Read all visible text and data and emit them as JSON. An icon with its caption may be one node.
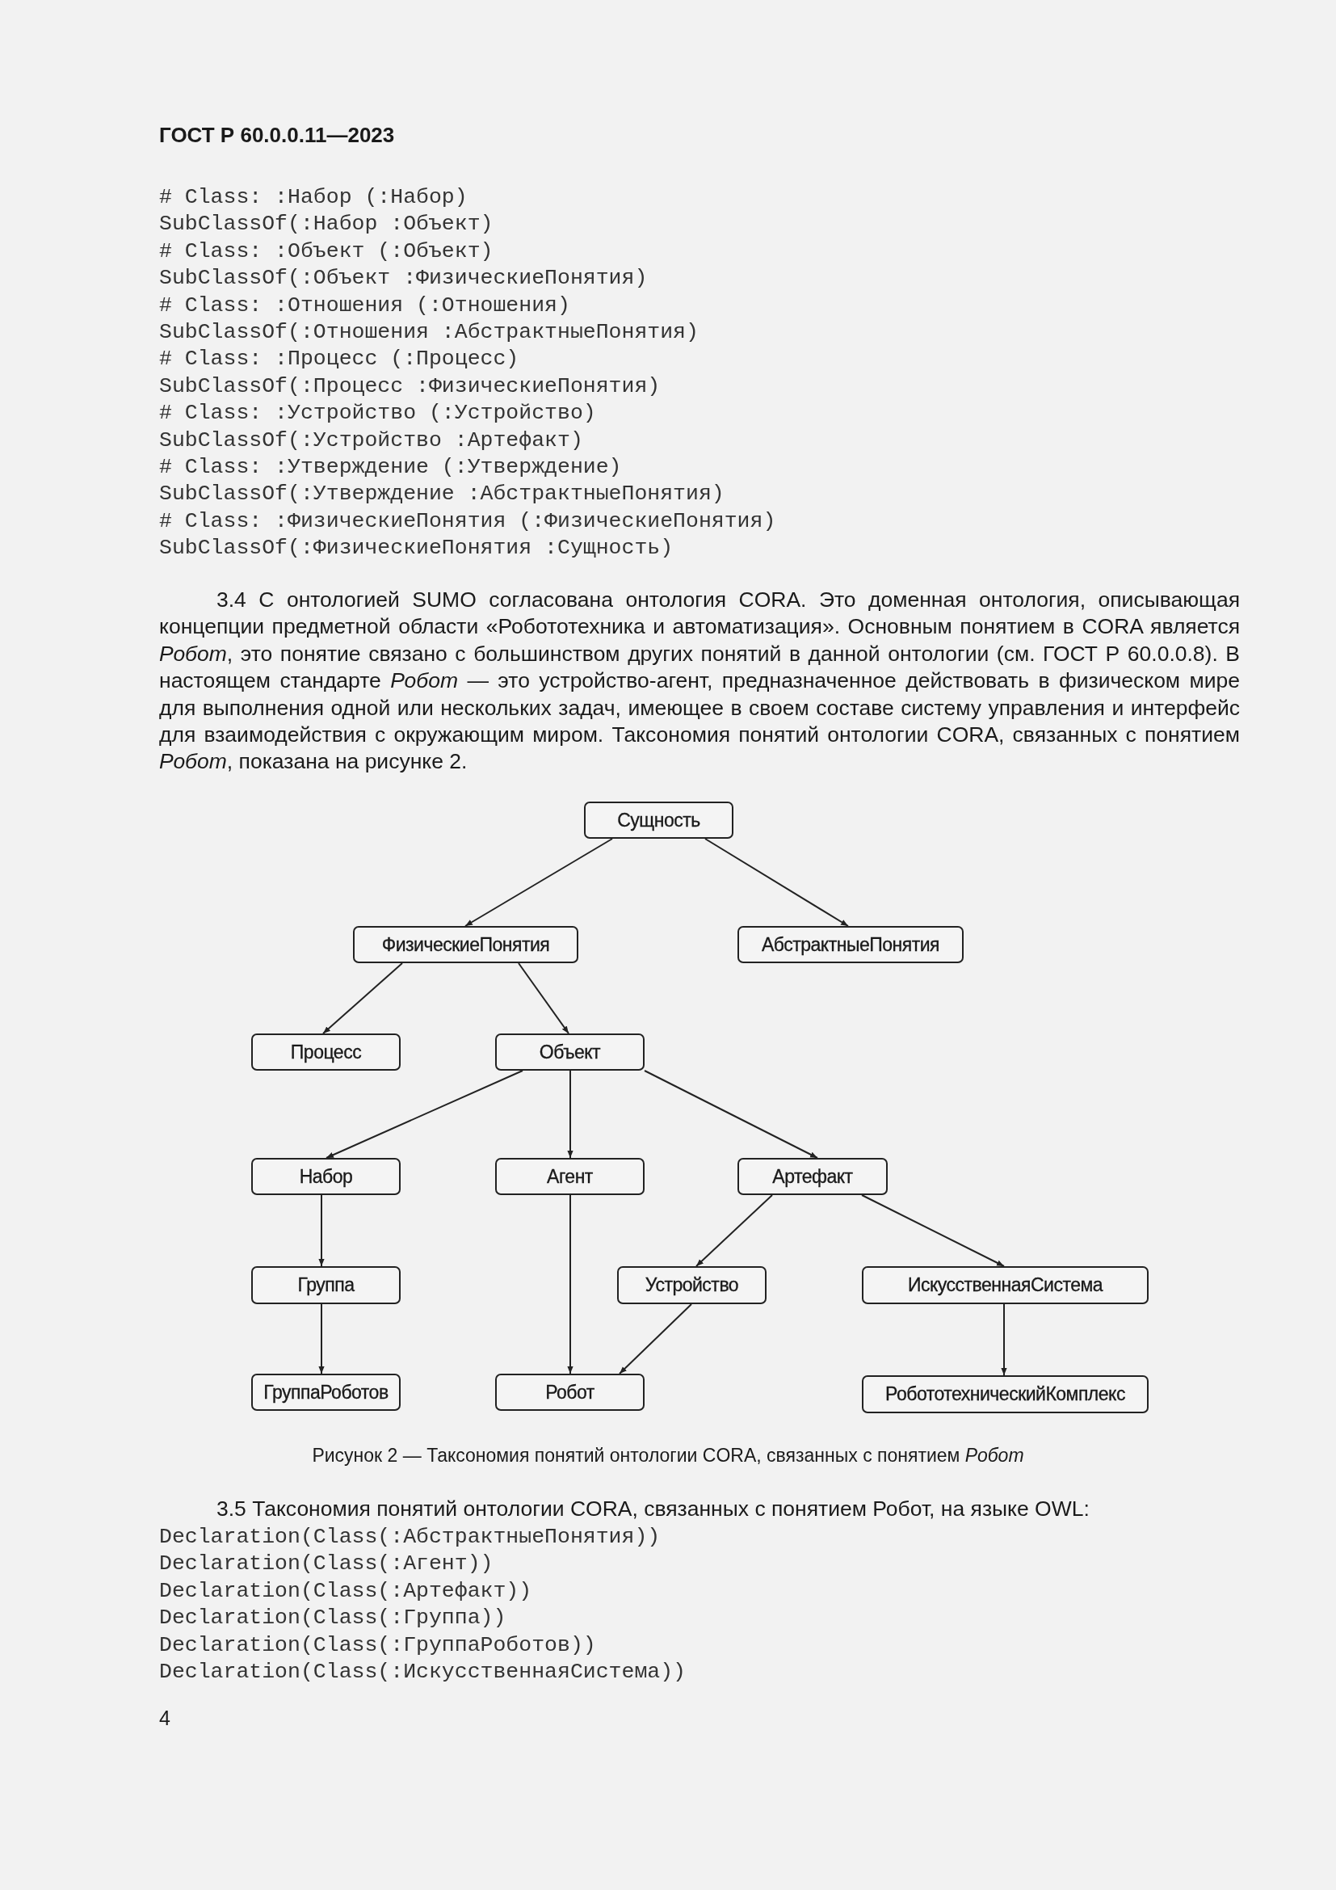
{
  "diagram": {
    "caption": "Рисунок 2 — Таксономия понятий онтологии CORA, связанных с понятием *Робот*",
    "nodes": [
      {
        "text": [
          "Сущность"
        ]
      },
      {
        "text": [
          "ФизическиеПонятия"
        ]
      },
      {
        "text": [
          "АбстрактныеПонятия"
        ]
      },
      {
        "text": [
          "Процесс"
        ]
      },
      {
        "text": [
          "Объект"
        ]
      },
      {
        "text": [
          "Набор"
        ]
      },
      {
        "text": [
          "Агент"
        ]
      },
      {
        "text": [
          "Артефакт"
        ]
      },
      {
        "text": [
          "Группа"
        ]
      },
      {
        "text": [
          "Устройство"
        ]
      },
      {
        "text": [
          "ИскусственнаяСистема"
        ]
      },
      {
        "text": [
          "ГруппаРоботов"
        ]
      },
      {
        "text": [
          "Робот"
        ]
      },
      {
        "text": [
          "РобототехническийКомплекс"
        ]
      }
    ],
    "edges": [
      {
        "from": 0,
        "to": 1,
        "arrow": "to"
      },
      {
        "from": 0,
        "to": 2,
        "arrow": "to"
      },
      {
        "from": 1,
        "to": 3,
        "arrow": "to"
      },
      {
        "from": 1,
        "to": 4,
        "arrow": "to"
      },
      {
        "from": 4,
        "to": 5,
        "arrow": "to"
      },
      {
        "from": 4,
        "to": 6,
        "arrow": "to"
      },
      {
        "from": 4,
        "to": 7,
        "arrow": "to"
      },
      {
        "from": 5,
        "to": 8,
        "arrow": "to"
      },
      {
        "from": 6,
        "to": 12,
        "arrow": "to"
      },
      {
        "from": 7,
        "to": 9,
        "arrow": "to"
      },
      {
        "from": 7,
        "to": 10,
        "arrow": "to"
      },
      {
        "from": 8,
        "to": 11,
        "arrow": "to"
      },
      {
        "from": 9,
        "to": 12,
        "arrow": "to"
      },
      {
        "from": 10,
        "to": 13,
        "arrow": "to"
      }
    ],
    "labels": [
      "ГОСТ Р 60.0.0.11—2023",
      "# Class: :Набор (:Набор)",
      "SubClassOf(:Набор :Объект)",
      "# Class: :Объект (:Объект)",
      "SubClassOf(:Объект :ФизическиеПонятия)",
      "# Class: :Отношения (:Отношения)",
      "SubClassOf(:Отношения :АбстрактныеПонятия)",
      "# Class: :Процесс (:Процесс)",
      "SubClassOf(:Процесс :ФизическиеПонятия)",
      "# Class: :Устройство (:Устройство)",
      "SubClassOf(:Устройство :Артефакт)",
      "# Class: :Утверждение (:Утверждение)",
      "SubClassOf(:Утверждение :АбстрактныеПонятия)",
      "# Class: :ФизическиеПонятия (:ФизическиеПонятия)",
      "SubClassOf(:ФизическиеПонятия :Сущность)",
      "3.4 С онтологией SUMO согласована онтология CORA. Это доменная онтология, описывающая концепции предметной области «Робототехника и автоматизация». Основным понятием в CORA является *Робот*, это понятие связано с большинством других понятий в данной онтологии (см. ГОСТ Р 60.0.0.8). В настоящем стандарте *Робот* — это устройство-агент, предназначенное действовать в физическом мире для выполнения одной или нескольких задач, имеющее в своем составе систему управления и интерфейс для взаимодействия с окружающим миром. Таксономия понятий онтологии CORA, связанных с понятием *Робот*, показана на рисунке 2.",
      "3.5 Таксономия понятий онтологии CORA, связанных с понятием Робот, на языке OWL:",
      "Declaration(Class(:АбстрактныеПонятия))",
      "Declaration(Class(:Агент))",
      "Declaration(Class(:Артефакт))",
      "Declaration(Class(:Группа))",
      "Declaration(Class(:ГруппаРоботов))",
      "Declaration(Class(:ИскусственнаяСистема))",
      "4"
    ]
  }
}
